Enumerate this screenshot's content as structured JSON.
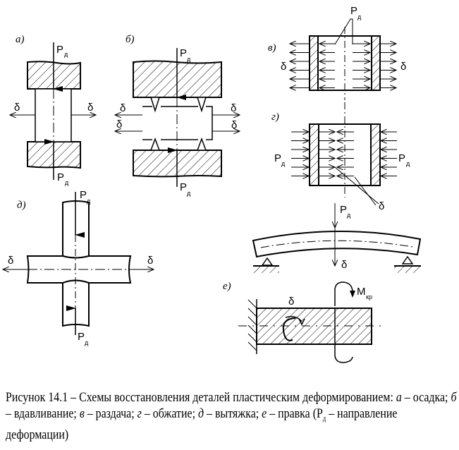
{
  "figure": {
    "panels": {
      "a": {
        "label": "а)",
        "force": "P",
        "force_sub": "д",
        "delta": "δ"
      },
      "b": {
        "label": "б)",
        "force": "P",
        "force_sub": "д",
        "delta": "δ"
      },
      "v": {
        "label": "в)",
        "force": "P",
        "force_sub": "д",
        "delta": "δ"
      },
      "g": {
        "label": "г)",
        "force": "P",
        "force_sub": "д",
        "delta": "δ"
      },
      "d": {
        "label": "д)",
        "force": "P",
        "force_sub": "д",
        "delta": "δ"
      },
      "bend": {
        "force": "P",
        "force_sub": "д",
        "delta": "δ"
      },
      "e": {
        "label": "е)",
        "moment": "M",
        "moment_sub": "кр",
        "delta": "δ"
      }
    }
  },
  "caption": {
    "prefix": "Рисунок 14.1 – Схемы восстановления деталей пластическим деформированием: ",
    "items": [
      {
        "key": "а",
        "text": " – осадка; "
      },
      {
        "key": "б",
        "text": " – вдавливание; "
      },
      {
        "key": "в",
        "text": " – раздача; "
      },
      {
        "key": "г",
        "text": " – обжатие; "
      },
      {
        "key": "д",
        "text": " – вытяжка; "
      },
      {
        "key": "е",
        "text": " – правка ("
      }
    ],
    "force": "P",
    "force_sub": "д",
    "suffix": " – направление деформации)"
  }
}
